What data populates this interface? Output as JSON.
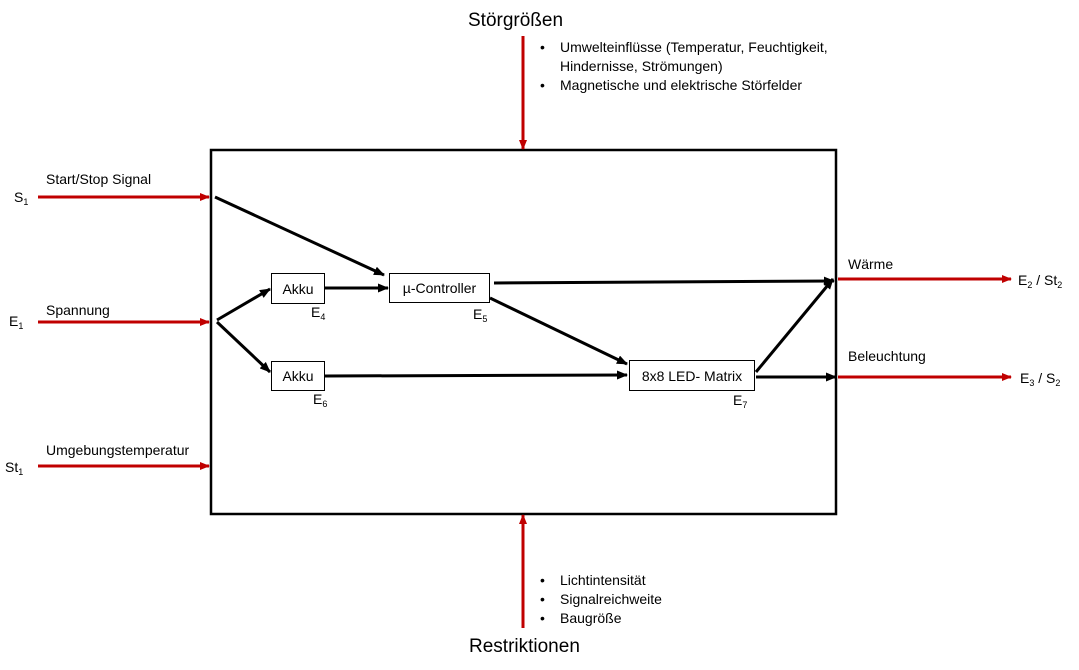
{
  "title_top": "Störgrößen",
  "title_bottom": "Restriktionen",
  "disturbances": [
    "Umwelteinflüsse (Temperatur, Feuchtigkeit,",
    "Hindernisse, Strömungen)",
    "Magnetische und elektrische Störfelder"
  ],
  "restrictions": [
    "Lichtintensität",
    "Signalreichweite",
    "Baugröße"
  ],
  "inputs": [
    {
      "symbol": "S",
      "sub": "1",
      "label": "Start/Stop Signal"
    },
    {
      "symbol": "E",
      "sub": "1",
      "label": "Spannung"
    },
    {
      "symbol": "St",
      "sub": "1",
      "label": "Umgebungstemperatur"
    }
  ],
  "outputs": [
    {
      "label": "Wärme",
      "sym_a": "E",
      "sub_a": "2",
      "sep": " / ",
      "sym_b": "St",
      "sub_b": "2"
    },
    {
      "label": "Beleuchtung",
      "sym_a": "E",
      "sub_a": "3",
      "sep": " / ",
      "sym_b": "S",
      "sub_b": "2"
    }
  ],
  "blocks": [
    {
      "label": "Akku",
      "tag": "E",
      "tag_sub": "4"
    },
    {
      "label": "µ-Controller",
      "tag": "E",
      "tag_sub": "5"
    },
    {
      "label": "Akku",
      "tag": "E",
      "tag_sub": "6"
    },
    {
      "label": "8x8 LED- Matrix",
      "tag": "E",
      "tag_sub": "7"
    }
  ],
  "colors": {
    "external_arrow": "#c00000",
    "internal_arrow": "#000000",
    "border": "#000000"
  }
}
